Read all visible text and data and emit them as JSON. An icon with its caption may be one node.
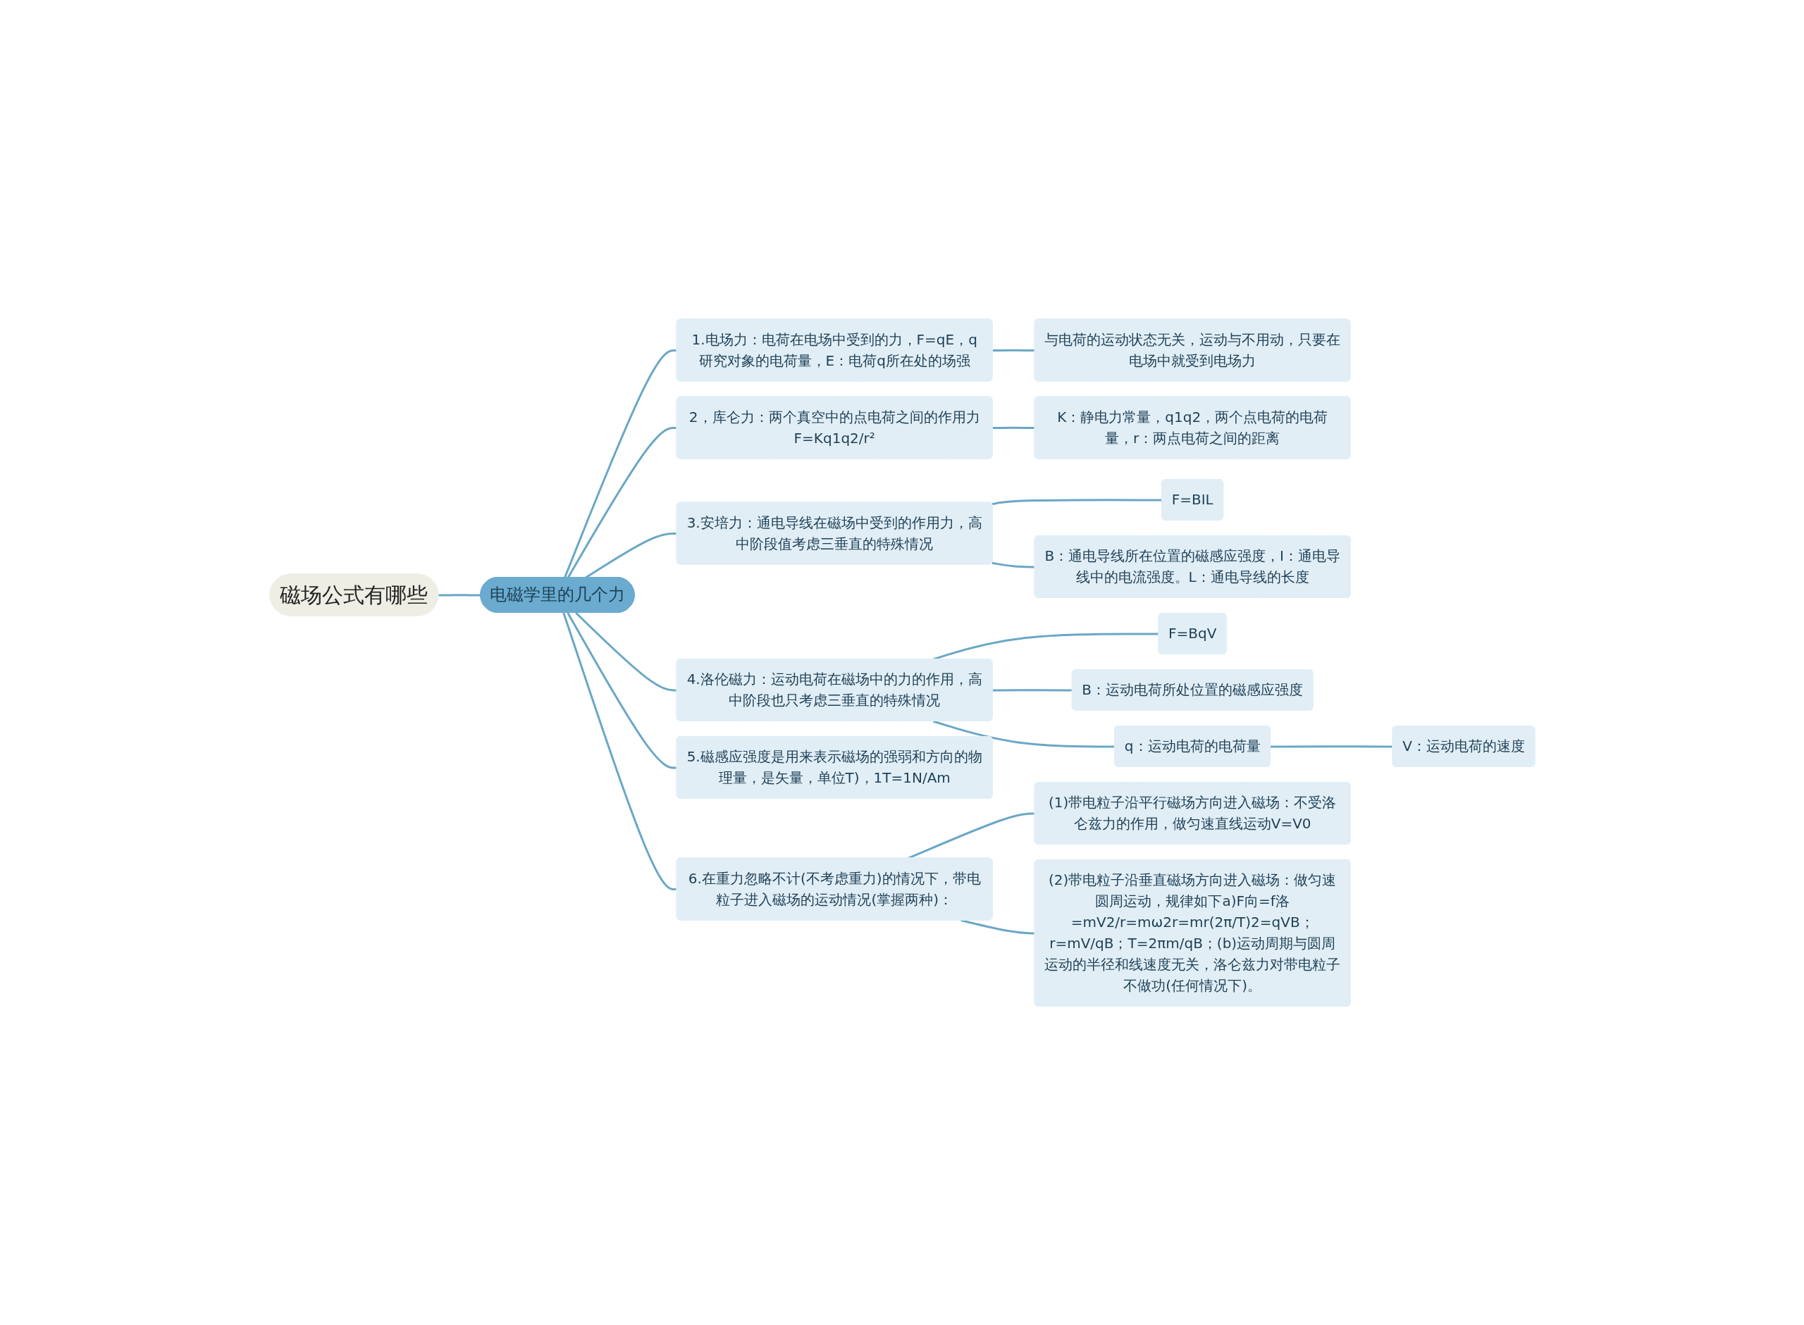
{
  "diagram": {
    "nodes": [
      {
        "text": [
          "磁场公式有哪些"
        ]
      },
      {
        "text": [
          "电磁学里的几个力"
        ]
      },
      {
        "text": [
          "1.电场力：电荷在电场中受到的力，F=qE，q研究对象的电荷量，E：电荷q所在处的场强"
        ]
      },
      {
        "text": [
          "与电荷的运动状态无关，运动与不用动，只要在电场中就受到电场力"
        ]
      },
      {
        "text": [
          "2，库仑力：两个真空中的点电荷之间的作用力F=Kq1q2/r²"
        ]
      },
      {
        "text": [
          "K：静电力常量，q1q2，两个点电荷的电荷量，r：两点电荷之间的距离"
        ]
      },
      {
        "text": [
          "3.安培力：通电导线在磁场中受到的作用力，高中阶段值考虑三垂直的特殊情况"
        ]
      },
      {
        "text": [
          "F=BIL"
        ]
      },
      {
        "text": [
          "B：通电导线所在位置的磁感应强度，I：通电导线中的电流强度。L：通电导线的长度"
        ]
      },
      {
        "text": [
          "4.洛伦磁力：运动电荷在磁场中的力的作用，高中阶段也只考虑三垂直的特殊情况"
        ]
      },
      {
        "text": [
          "F=BqV"
        ]
      },
      {
        "text": [
          "B：运动电荷所处位置的磁感应强度"
        ]
      },
      {
        "text": [
          "q：运动电荷的电荷量"
        ]
      },
      {
        "text": [
          "V：运动电荷的速度"
        ]
      },
      {
        "text": [
          "5.磁感应强度是用来表示磁场的强弱和方向的物理量，是矢量，单位T)，1T=1N/Am"
        ]
      },
      {
        "text": [
          "6.在重力忽略不计(不考虑重力)的情况下，带电粒子进入磁场的运动情况(掌握两种)："
        ]
      },
      {
        "text": [
          "(1)带电粒子沿平行磁场方向进入磁场：不受洛仑兹力的作用，做匀速直线运动V=V0"
        ]
      },
      {
        "text": [
          "(2)带电粒子沿垂直磁场方向进入磁场：做匀速圆周运动，规律如下a)F向=f洛=mV2/r=mω2r=mr(2π/T)2=qVB；r=mV/qB；T=2πm/qB；(b)运动周期与圆周运动的半径和线速度无关，洛仑兹力对带电粒子不做功(任何情况下)。"
        ]
      }
    ],
    "edges": [
      {
        "from": 0,
        "to": 1,
        "arrow": "none"
      },
      {
        "from": 1,
        "to": 2,
        "arrow": "none"
      },
      {
        "from": 2,
        "to": 3,
        "arrow": "none"
      },
      {
        "from": 1,
        "to": 4,
        "arrow": "none"
      },
      {
        "from": 4,
        "to": 5,
        "arrow": "none"
      },
      {
        "from": 1,
        "to": 6,
        "arrow": "none"
      },
      {
        "from": 6,
        "to": 7,
        "arrow": "none"
      },
      {
        "from": 6,
        "to": 8,
        "arrow": "none"
      },
      {
        "from": 1,
        "to": 9,
        "arrow": "none"
      },
      {
        "from": 9,
        "to": 10,
        "arrow": "none"
      },
      {
        "from": 9,
        "to": 11,
        "arrow": "none"
      },
      {
        "from": 9,
        "to": 12,
        "arrow": "none"
      },
      {
        "from": 12,
        "to": 13,
        "arrow": "none"
      },
      {
        "from": 1,
        "to": 14,
        "arrow": "none"
      },
      {
        "from": 1,
        "to": 15,
        "arrow": "none"
      },
      {
        "from": 15,
        "to": 16,
        "arrow": "none"
      },
      {
        "from": 15,
        "to": 17,
        "arrow": "none"
      }
    ]
  }
}
